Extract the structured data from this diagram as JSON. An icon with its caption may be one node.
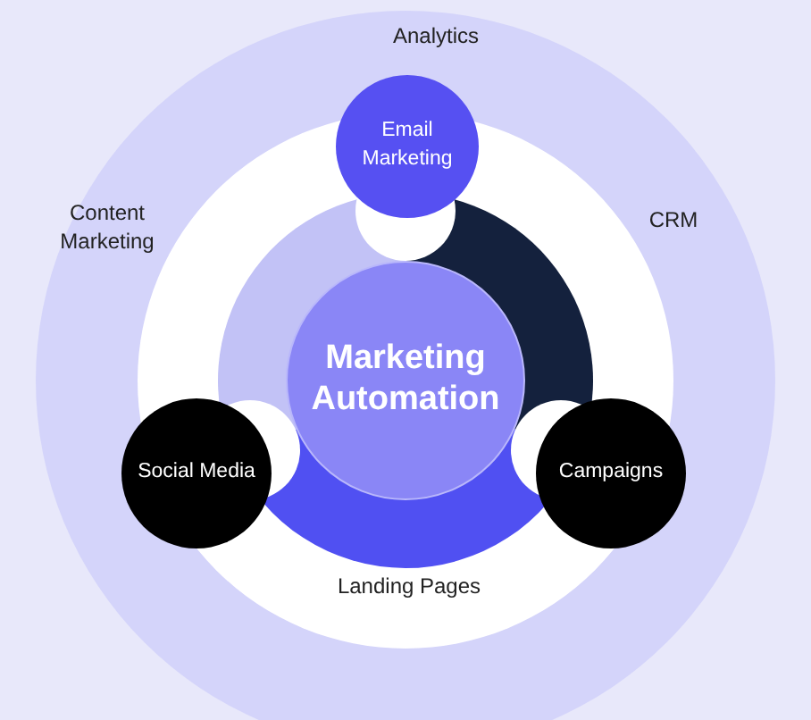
{
  "diagram": {
    "nodes": [
      {
        "text": [
          "Email Marketing"
        ]
      },
      {
        "text": [
          "Marketing Automation"
        ]
      },
      {
        "text": [
          "Social Media"
        ]
      },
      {
        "text": [
          "Campaigns"
        ]
      }
    ],
    "labels": [
      "Analytics",
      "Content Marketing",
      "CRM",
      "Landing Pages"
    ]
  }
}
